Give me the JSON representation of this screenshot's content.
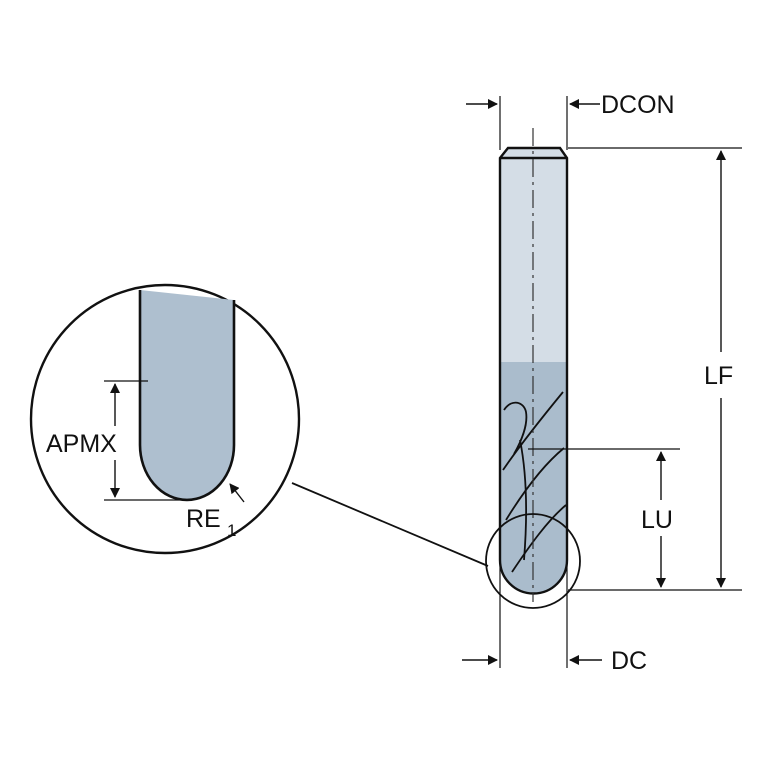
{
  "labels": {
    "dcon": "DCON",
    "lf": "LF",
    "lu": "LU",
    "dc": "DC",
    "apmx": "APMX",
    "re": "RE",
    "re_sub": "1"
  },
  "colors": {
    "shank_light": "#d4dde6",
    "shank_mid": "#bccad7",
    "cutting": "#aabccc",
    "detail_fill": "#aebfcf",
    "line": "#111111",
    "background": "#ffffff"
  }
}
